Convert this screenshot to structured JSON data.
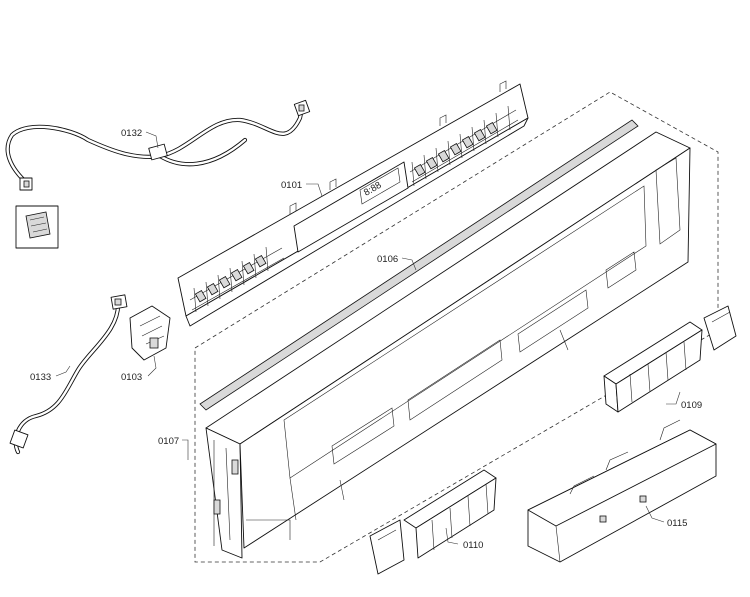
{
  "diagram": {
    "labels": {
      "p0132": "0132",
      "p0101": "0101",
      "p0106": "0106",
      "p0133": "0133",
      "p0103": "0103",
      "p0107": "0107",
      "p0109": "0109",
      "p0110": "0110",
      "p0115": "0115"
    },
    "display_digits": "8:88"
  }
}
